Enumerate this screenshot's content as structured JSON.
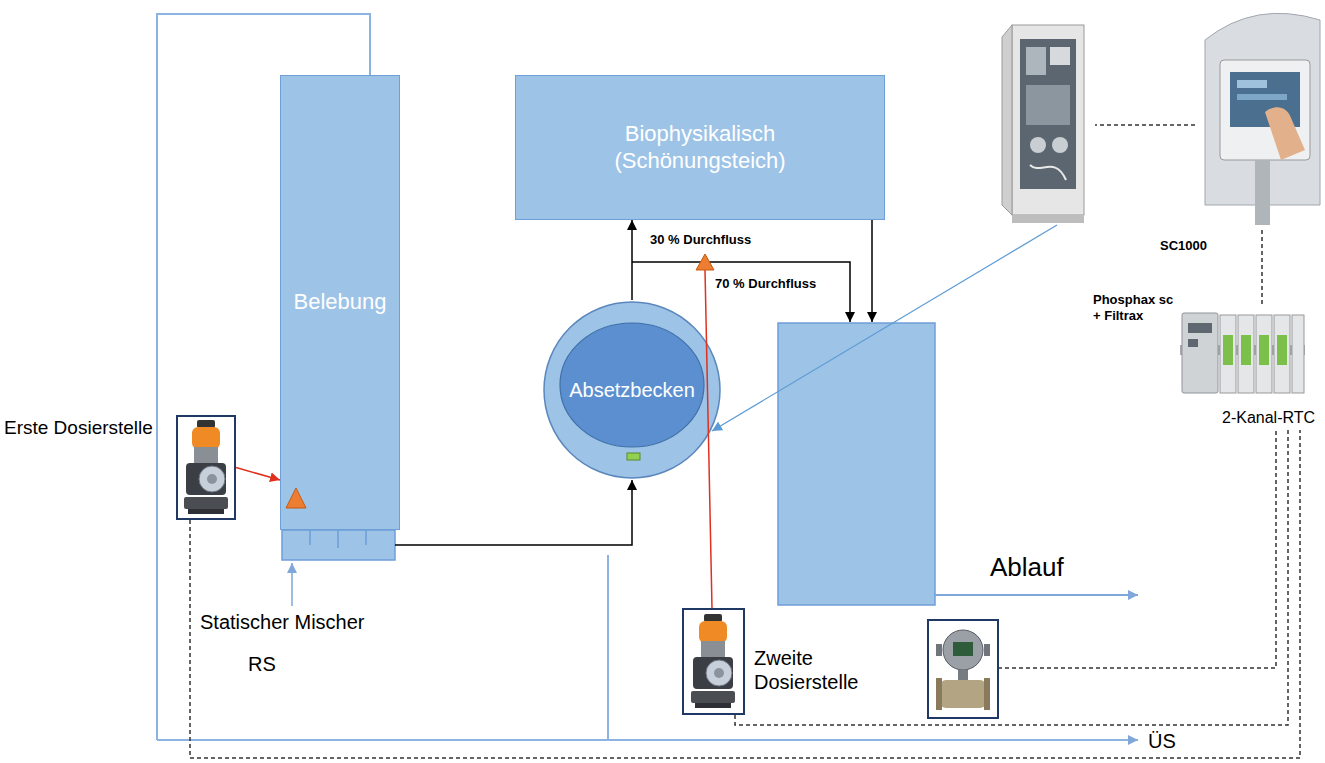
{
  "diagram": {
    "nodes": [
      {
        "text": [
          "Belebung"
        ]
      },
      {
        "text": [
          "Biophysikalisch (Schönungsteich)"
        ]
      },
      {
        "text": [
          "Absetzbecken"
        ]
      },
      {
        "text": [
          "Erste Dosierstelle"
        ]
      },
      {
        "text": [
          "Zweite Dosierstelle"
        ]
      },
      {
        "text": [
          "Phosphax sc + Filtrax"
        ]
      },
      {
        "text": [
          "SC1000"
        ]
      },
      {
        "text": [
          "2-Kanal-RTC"
        ]
      }
    ],
    "edges": [
      {
        "from": 0,
        "to": 2,
        "arrow": "to"
      },
      {
        "from": 2,
        "to": 1,
        "label": "30 % Durchfluss",
        "arrow": "to"
      },
      {
        "from": 3,
        "to": 0,
        "arrow": "to"
      },
      {
        "from": 5,
        "to": 2,
        "arrow": "to"
      },
      {
        "from": 6,
        "to": 5,
        "arrow": "none"
      },
      {
        "from": 6,
        "to": 7,
        "arrow": "none"
      },
      {
        "from": 3,
        "to": 7,
        "arrow": "none"
      },
      {
        "from": 4,
        "to": 7,
        "arrow": "none"
      }
    ],
    "labels": [
      "70 % Durchfluss",
      "Statischer Mischer",
      "RS",
      "Ablauf",
      "ÜS"
    ]
  }
}
